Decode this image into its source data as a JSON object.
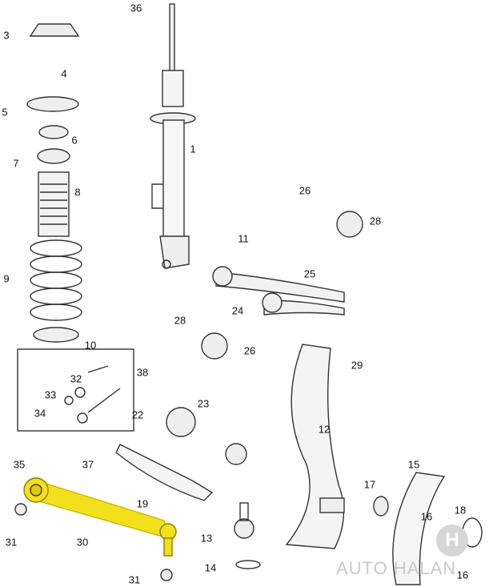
{
  "diagram": {
    "title": "Front suspension exploded parts diagram",
    "highlight_color": "#f2e01c",
    "labels": [
      {
        "id": "36"
      },
      {
        "id": "3"
      },
      {
        "id": "4"
      },
      {
        "id": "5"
      },
      {
        "id": "6"
      },
      {
        "id": "7"
      },
      {
        "id": "8"
      },
      {
        "id": "9"
      },
      {
        "id": "10"
      },
      {
        "id": "1"
      },
      {
        "id": "11"
      },
      {
        "id": "26"
      },
      {
        "id": "28"
      },
      {
        "id": "25"
      },
      {
        "id": "24"
      },
      {
        "id": "28"
      },
      {
        "id": "26"
      },
      {
        "id": "29"
      },
      {
        "id": "38"
      },
      {
        "id": "32"
      },
      {
        "id": "33"
      },
      {
        "id": "34"
      },
      {
        "id": "22"
      },
      {
        "id": "23"
      },
      {
        "id": "12"
      },
      {
        "id": "35"
      },
      {
        "id": "37"
      },
      {
        "id": "19"
      },
      {
        "id": "15"
      },
      {
        "id": "17"
      },
      {
        "id": "16"
      },
      {
        "id": "18"
      },
      {
        "id": "13"
      },
      {
        "id": "31"
      },
      {
        "id": "30"
      },
      {
        "id": "14"
      },
      {
        "id": "31"
      },
      {
        "id": "16"
      }
    ],
    "watermark": "AUTO HALAN",
    "watermark_logo": "H"
  }
}
